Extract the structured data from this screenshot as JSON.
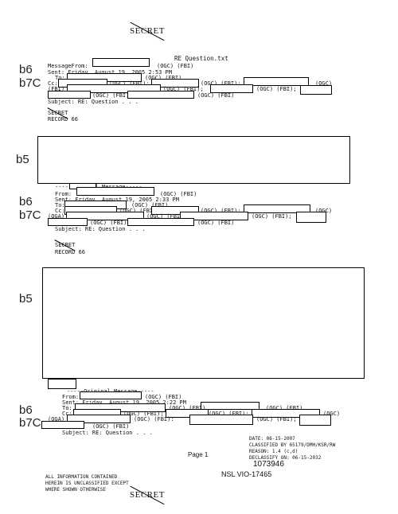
{
  "header": {
    "classification": "SECRET",
    "filename": "RE Question.txt"
  },
  "block1": {
    "from_label": "MessageFrom:",
    "sent_label": "Sent: Friday, August 19, 2005 2:53 PM",
    "to_label": "To:",
    "cc_label": "Cc:",
    "fbi_row_label": "(FBI)",
    "org_ogc_fbi": "(OGC) (FBI)",
    "org_ogc": "(OGC)",
    "org_fbi_semi": "(FBI);",
    "org_ogc_fbi_semi": "(OGC) (FBI);",
    "org_ogc_fbi_colon": "(OGC) (FBI):",
    "subject": "Subject: RE: Question . . .",
    "classification": "SECRET",
    "record": "RECORD 66"
  },
  "block2": {
    "original_message": "-----Original Message-----",
    "from_label": "From:",
    "sent_label": "Sent: Friday, August 19, 2005 2:33 PM",
    "to_label": "To:",
    "cc_label": "Cc:",
    "oga_label": "(OGA)",
    "org_ogc_fbi": "(OGC) (FBI)",
    "org_ogc_fbi_semi": "(OGC) (FBI);",
    "org_ogc_fbi_colon": "(OGC) (FBI):",
    "org_ogc": "(OGC)",
    "subject": "Subject: RE: Question . . .",
    "classification": "SECRET",
    "record": "RECORD 66"
  },
  "block3": {
    "original_message": "-----Original Message-----",
    "from_label": "From:",
    "sent_label": "Sent: Friday, August 19, 2005 2:22 PM",
    "to_label": "To:",
    "cc_label": "Cc:",
    "oga_label": "(OGA)",
    "org_ogc_fbi": "(OGC) (FBI)",
    "org_ogc_fbi_semi": "(OGC) (FBI);",
    "org_ogc_fbi_colon": "(OGC) (FBI):",
    "org_ogc": "(OGC)",
    "subject": "Subject: RE: Question . . ."
  },
  "exemptions": {
    "b6": "b6",
    "b7c": "b7C",
    "b5": "b5"
  },
  "footer": {
    "page": "Page 1",
    "date": "DATE: 06-15-2007",
    "classified_by": "CLASSIFIED BY 65179/DMH/KSR/RW",
    "reason": "REASON: 1.4 (c,d)",
    "declassify": "DECLASSIFY ON: 06-15-2032",
    "doc_number": "1073946",
    "nsl": "NSL VIO-17465",
    "unclassified_1": "ALL INFORMATION CONTAINED",
    "unclassified_2": "HEREIN IS UNCLASSIFIED EXCEPT",
    "unclassified_3": "WHERE SHOWN OTHERWISE",
    "classification": "SECRET"
  }
}
